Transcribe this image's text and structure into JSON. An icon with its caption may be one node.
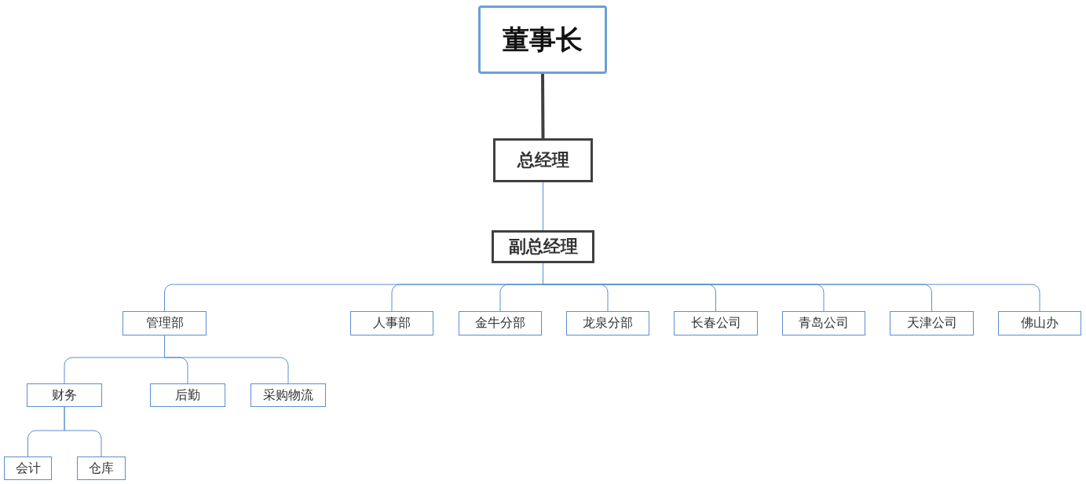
{
  "diagram": {
    "nodes": [
      {
        "text": [
          "董事长"
        ]
      },
      {
        "text": [
          "总经理"
        ]
      },
      {
        "text": [
          "副总经理"
        ]
      },
      {
        "text": [
          "管理部"
        ]
      },
      {
        "text": [
          "人事部"
        ]
      },
      {
        "text": [
          "金牛分部"
        ]
      },
      {
        "text": [
          "龙泉分部"
        ]
      },
      {
        "text": [
          "长春公司"
        ]
      },
      {
        "text": [
          "青岛公司"
        ]
      },
      {
        "text": [
          "天津公司"
        ]
      },
      {
        "text": [
          "佛山办"
        ]
      },
      {
        "text": [
          "财务"
        ]
      },
      {
        "text": [
          "后勤"
        ]
      },
      {
        "text": [
          "采购物流"
        ]
      },
      {
        "text": [
          "会计"
        ]
      },
      {
        "text": [
          "仓库"
        ]
      }
    ],
    "edges": [
      {
        "from": 0,
        "to": 1,
        "arrow": "none",
        "style": "thick",
        "color": "#404040"
      },
      {
        "from": 1,
        "to": 2,
        "arrow": "none"
      },
      {
        "from": 2,
        "to": 3,
        "arrow": "none"
      },
      {
        "from": 2,
        "to": 4,
        "arrow": "none"
      },
      {
        "from": 2,
        "to": 5,
        "arrow": "none"
      },
      {
        "from": 2,
        "to": 6,
        "arrow": "none"
      },
      {
        "from": 2,
        "to": 7,
        "arrow": "none"
      },
      {
        "from": 2,
        "to": 8,
        "arrow": "none"
      },
      {
        "from": 2,
        "to": 9,
        "arrow": "none"
      },
      {
        "from": 2,
        "to": 10,
        "arrow": "none"
      },
      {
        "from": 3,
        "to": 11,
        "arrow": "none"
      },
      {
        "from": 3,
        "to": 12,
        "arrow": "none"
      },
      {
        "from": 3,
        "to": 13,
        "arrow": "none"
      },
      {
        "from": 11,
        "to": 14,
        "arrow": "none"
      },
      {
        "from": 11,
        "to": 15,
        "arrow": "none"
      }
    ]
  }
}
